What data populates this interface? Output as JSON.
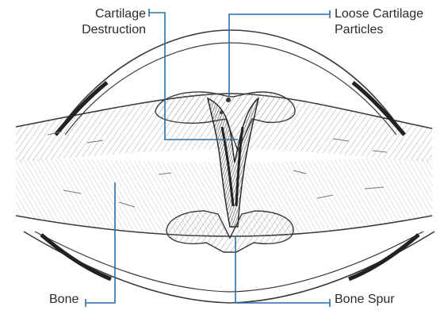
{
  "labels": {
    "cartilage_destruction": [
      "Cartilage",
      "Destruction"
    ],
    "loose_particles": [
      "Loose Cartilage",
      "Particles"
    ],
    "bone": "Bone",
    "bone_spur": "Bone Spur"
  },
  "colors": {
    "leader_line": "#2a6fa8",
    "sketch_ink": "#3a3a3a",
    "hatch": "#8a8a8a",
    "text": "#2b2b2b"
  }
}
